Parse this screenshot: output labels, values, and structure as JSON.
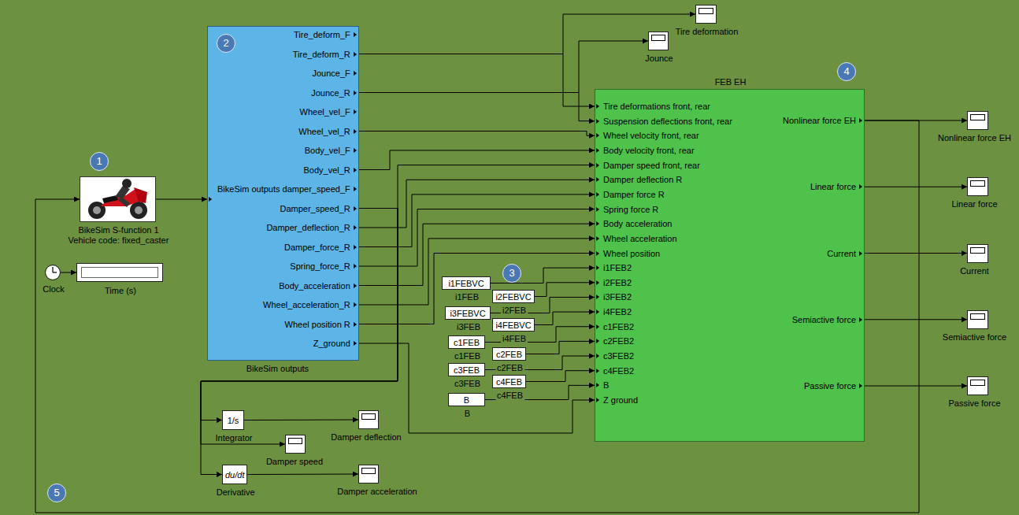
{
  "diagram": {
    "nodes": [
      {
        "text": [
          "BikeSim S-function 1",
          "Vehicle code: fixed_caster"
        ]
      },
      {
        "text": [
          "Tire_deform_F",
          "Tire_deform_R",
          "Jounce_F",
          "Jounce_R",
          "Wheel_vel_F",
          "Wheel_vel_R",
          "Body_vel_F",
          "Body_vel_R",
          "BikeSim outputs damper_speed_F",
          "Damper_speed_R",
          "Damper_deflection_R",
          "Damper_force_R",
          "Spring_force_R",
          "Body_acceleration",
          "Wheel_acceleration_R",
          "Wheel position R",
          "Z_ground",
          "BikeSim outputs"
        ]
      },
      {
        "text": [
          "Clock"
        ]
      },
      {
        "text": [
          "Time (s)"
        ]
      },
      {
        "text": [
          "1/s",
          "Integrator"
        ]
      },
      {
        "text": [
          "Damper deflection"
        ]
      },
      {
        "text": [
          "Damper speed"
        ]
      },
      {
        "text": [
          "du/dt",
          "Derivative"
        ]
      },
      {
        "text": [
          "Damper acceleration"
        ]
      },
      {
        "text": [
          "i1FEBVC",
          "i1FEB"
        ]
      },
      {
        "text": [
          "i2FEBVC",
          "i2FEB"
        ]
      },
      {
        "text": [
          "i3FEBVC",
          "i3FEB"
        ]
      },
      {
        "text": [
          "i4FEBVC",
          "i4FEB"
        ]
      },
      {
        "text": [
          "c1FEB",
          "c1FEB"
        ]
      },
      {
        "text": [
          "c2FEB",
          "c2FEB"
        ]
      },
      {
        "text": [
          "c3FEB",
          "c3FEB"
        ]
      },
      {
        "text": [
          "c4FEB",
          "c4FEB"
        ]
      },
      {
        "text": [
          "B",
          "B"
        ]
      },
      {
        "text": [
          "Tire deformation"
        ]
      },
      {
        "text": [
          "Jounce"
        ]
      },
      {
        "text": [
          "FEB EH",
          "Tire deformations front, rear",
          "Suspension deflections front, rear",
          "Wheel velocity front, rear",
          "Body velocity front, rear",
          "Damper speed front, rear",
          "Damper deflection R",
          "Damper force R",
          "Spring force R",
          "Body acceleration",
          "Wheel acceleration",
          "Wheel position",
          "i1FEB2",
          "i2FEB2",
          "i3FEB2",
          "i4FEB2",
          "c1FEB2",
          "c2FEB2",
          "c3FEB2",
          "c4FEB2",
          "B",
          "Z ground",
          "Nonlinear force EH",
          "Linear force",
          "Current",
          "Semiactive force",
          "Passive force"
        ]
      },
      {
        "text": [
          "Nonlinear force EH"
        ]
      },
      {
        "text": [
          "Linear force"
        ]
      },
      {
        "text": [
          "Current"
        ]
      },
      {
        "text": [
          "Semiactive force"
        ]
      },
      {
        "text": [
          "Passive force"
        ]
      }
    ],
    "edges": [
      {
        "from": 0,
        "to": 1,
        "arrow": "to"
      },
      {
        "from": 1,
        "to": 20,
        "arrow": "to"
      },
      {
        "from": 1,
        "to": 18,
        "arrow": "to"
      },
      {
        "from": 1,
        "to": 20,
        "arrow": "to"
      },
      {
        "from": 1,
        "to": 19,
        "arrow": "to"
      },
      {
        "from": 1,
        "to": 20,
        "arrow": "to"
      },
      {
        "from": 1,
        "to": 20,
        "arrow": "to"
      },
      {
        "from": 1,
        "to": 20,
        "arrow": "to"
      },
      {
        "from": 1,
        "to": 4,
        "arrow": "to"
      },
      {
        "from": 1,
        "to": 6,
        "arrow": "to"
      },
      {
        "from": 1,
        "to": 7,
        "arrow": "to"
      },
      {
        "from": 1,
        "to": 20,
        "arrow": "to"
      },
      {
        "from": 1,
        "to": 20,
        "arrow": "to"
      },
      {
        "from": 1,
        "to": 20,
        "arrow": "to"
      },
      {
        "from": 1,
        "to": 20,
        "arrow": "to"
      },
      {
        "from": 1,
        "to": 20,
        "arrow": "to"
      },
      {
        "from": 1,
        "to": 20,
        "arrow": "to"
      },
      {
        "from": 1,
        "to": 20,
        "arrow": "to"
      },
      {
        "from": 9,
        "to": 20,
        "arrow": "to"
      },
      {
        "from": 10,
        "to": 20,
        "arrow": "to"
      },
      {
        "from": 11,
        "to": 20,
        "arrow": "to"
      },
      {
        "from": 12,
        "to": 20,
        "arrow": "to"
      },
      {
        "from": 13,
        "to": 20,
        "arrow": "to"
      },
      {
        "from": 14,
        "to": 20,
        "arrow": "to"
      },
      {
        "from": 15,
        "to": 20,
        "arrow": "to"
      },
      {
        "from": 16,
        "to": 20,
        "arrow": "to"
      },
      {
        "from": 17,
        "to": 20,
        "arrow": "to"
      },
      {
        "from": 2,
        "to": 3,
        "arrow": "to"
      },
      {
        "from": 4,
        "to": 5,
        "arrow": "to"
      },
      {
        "from": 7,
        "to": 8,
        "arrow": "to"
      },
      {
        "from": 20,
        "to": 21,
        "arrow": "to"
      },
      {
        "from": 20,
        "to": 22,
        "arrow": "to"
      },
      {
        "from": 20,
        "to": 23,
        "arrow": "to"
      },
      {
        "from": 20,
        "to": 24,
        "arrow": "to"
      },
      {
        "from": 20,
        "to": 25,
        "arrow": "to"
      },
      {
        "from": 20,
        "to": 0,
        "arrow": "to"
      }
    ],
    "labels": [
      "1",
      "2",
      "3",
      "4",
      "5"
    ]
  }
}
